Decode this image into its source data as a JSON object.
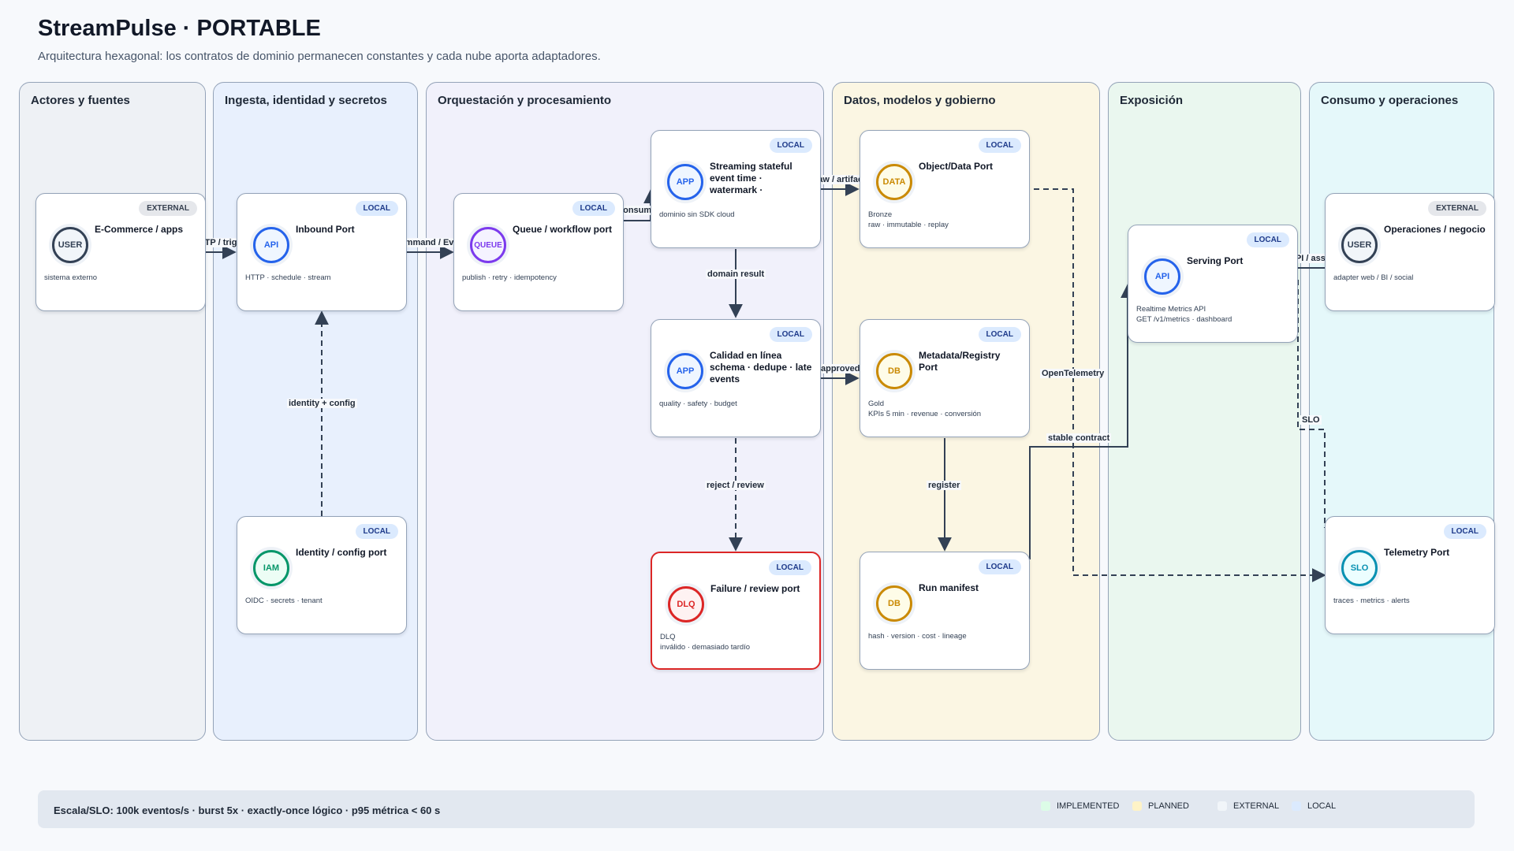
{
  "header": {
    "title": "StreamPulse · PORTABLE",
    "subtitle": "Arquitectura hexagonal: los contratos de dominio permanecen constantes y cada nube aporta adaptadores."
  },
  "colors": {
    "lane_actors": "#eef1f5",
    "lane_ingest": "#e8f0fd",
    "lane_orch": "#f1f1fb",
    "lane_data": "#fbf6e3",
    "lane_expo": "#eaf7ef",
    "lane_consumo": "#e5f8fa",
    "edge": "#334155"
  },
  "lanes": {
    "actors": "Actores y fuentes",
    "ingest": "Ingesta, identidad y secretos",
    "orch": "Orquestación y procesamiento",
    "data": "Datos, modelos y gobierno",
    "expo": "Exposición",
    "consumo": "Consumo y operaciones"
  },
  "nodes": {
    "ecommerce": {
      "badge": "EXTERNAL",
      "icon": "USER",
      "title": "E-Commerce / apps",
      "sub": "sistema externo"
    },
    "inbound": {
      "badge": "LOCAL",
      "icon": "API",
      "title": "Inbound Port",
      "sub": "HTTP · schedule · stream"
    },
    "identity": {
      "badge": "LOCAL",
      "icon": "IAM",
      "title": "Identity / config port",
      "sub": "OIDC · secrets · tenant"
    },
    "queue": {
      "badge": "LOCAL",
      "icon": "QUEUE",
      "title": "Queue / workflow port",
      "sub": "publish · retry · idempotency"
    },
    "streaming": {
      "badge": "LOCAL",
      "icon": "APP",
      "title": "Streaming stateful event time · watermark ·",
      "sub": "dominio sin SDK cloud"
    },
    "calidad": {
      "badge": "LOCAL",
      "icon": "APP",
      "title": "Calidad en línea schema · dedupe · late events",
      "sub": "quality · safety · budget"
    },
    "failure": {
      "badge": "LOCAL",
      "icon": "DLQ",
      "title": "Failure / review port",
      "sub": "DLQ\ninválido · demasiado tardío"
    },
    "object": {
      "badge": "LOCAL",
      "icon": "DATA",
      "title": "Object/Data Port",
      "sub": "Bronze\nraw · immutable · replay"
    },
    "metadata": {
      "badge": "LOCAL",
      "icon": "DB",
      "title": "Metadata/Registry Port",
      "sub": "Gold\nKPIs 5 min · revenue · conversión"
    },
    "manifest": {
      "badge": "LOCAL",
      "icon": "DB",
      "title": "Run manifest",
      "sub": "hash · version · cost · lineage"
    },
    "serving": {
      "badge": "LOCAL",
      "icon": "API",
      "title": "Serving Port",
      "sub": "Realtime Metrics API\nGET /v1/metrics · dashboard"
    },
    "operaciones": {
      "badge": "EXTERNAL",
      "icon": "USER",
      "title": "Operaciones / negocio",
      "sub": "adapter web / BI / social"
    },
    "telemetry": {
      "badge": "LOCAL",
      "icon": "SLO",
      "title": "Telemetry Port",
      "sub": "traces · metrics · alerts"
    }
  },
  "edges": {
    "http_trigger": "HTTP / trigger",
    "command_event": "Command / Event",
    "consume": "consume",
    "raw_artifact": "raw / artifact",
    "domain_result": "domain result",
    "approved": "approved",
    "identity_config": "identity + config",
    "reject_review": "reject / review",
    "register": "register",
    "stable_contract": "stable contract",
    "opentelemetry": "OpenTelemetry",
    "api_asset": "API / asset",
    "slo": "SLO"
  },
  "footer": {
    "text": "Escala/SLO: 100k eventos/s · burst 5x · exactly-once lógico · p95 métrica < 60 s",
    "legend": {
      "implemented": "IMPLEMENTED",
      "planned": "PLANNED",
      "external": "EXTERNAL",
      "local": "LOCAL"
    },
    "legend_colors": {
      "implemented": "#dcfce7",
      "planned": "#fef3c7",
      "external": "#f1f5f9",
      "local": "#dbeafe"
    }
  }
}
